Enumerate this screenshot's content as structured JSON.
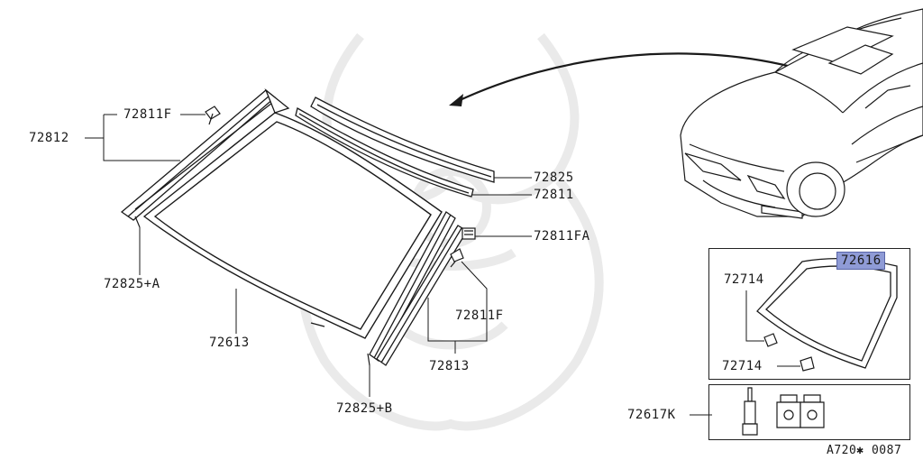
{
  "labels": {
    "l_72812": "72812",
    "l_72811F_top": "72811F",
    "l_72825": "72825",
    "l_72811": "72811",
    "l_72811FA": "72811FA",
    "l_72825A": "72825+A",
    "l_72811F_right": "72811F",
    "l_72613": "72613",
    "l_72813": "72813",
    "l_72825B": "72825+B",
    "l_72616": "72616",
    "l_72714_a": "72714",
    "l_72714_b": "72714",
    "l_72617K": "72617K"
  },
  "footer_code": "A720✱ 0087",
  "colors": {
    "line": "#1a1a1a",
    "highlight": "#8f9bd6",
    "watermark": "#ececec"
  }
}
